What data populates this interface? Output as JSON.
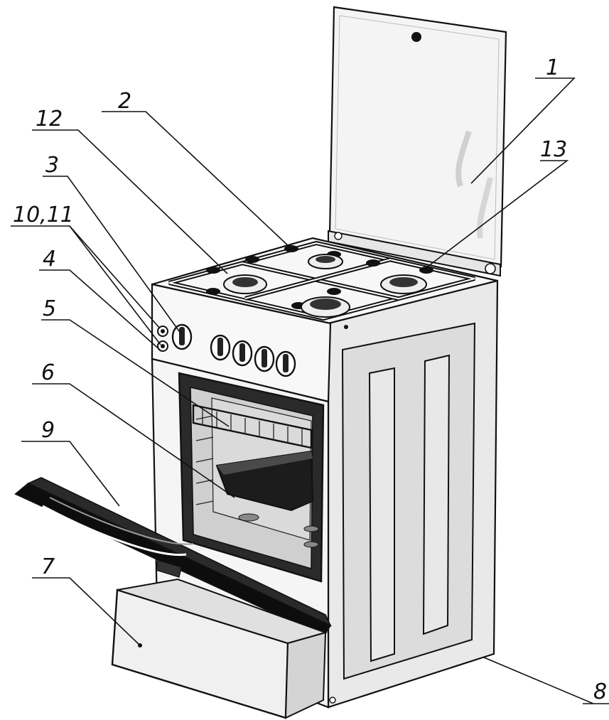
{
  "callouts": [
    {
      "id": "1",
      "text": "1"
    },
    {
      "id": "2",
      "text": "2"
    },
    {
      "id": "3",
      "text": "3"
    },
    {
      "id": "4",
      "text": "4"
    },
    {
      "id": "5",
      "text": "5"
    },
    {
      "id": "6",
      "text": "6"
    },
    {
      "id": "7",
      "text": "7"
    },
    {
      "id": "8",
      "text": "8"
    },
    {
      "id": "9",
      "text": "9"
    },
    {
      "id": "10_11",
      "text": "10,11"
    },
    {
      "id": "12",
      "text": "12"
    },
    {
      "id": "13",
      "text": "13"
    }
  ]
}
